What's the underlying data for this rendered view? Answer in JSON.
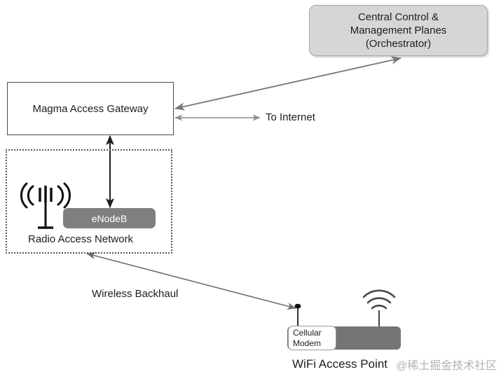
{
  "diagram": {
    "title_nodes": {
      "orchestrator": {
        "name": "orchestrator-box",
        "line1": "Central Control &",
        "line2": "Management Planes",
        "line3": "(Orchestrator)",
        "fill": "#d6d6d6",
        "stroke": "#a6a6a6"
      },
      "magma": {
        "name": "magma-access-gateway-box",
        "label": "Magma Access Gateway",
        "fill": "#ffffff",
        "stroke": "#4a4a4a"
      },
      "ran": {
        "name": "radio-access-network-group",
        "label": "Radio Access Network",
        "stroke": "#555555",
        "border_style": "dotted"
      },
      "enodeb": {
        "name": "enodeb-node",
        "label": "eNodeB",
        "fill": "#7f7f7f",
        "text_color": "#ffffff"
      },
      "access_point": {
        "name": "wifi-access-point",
        "label": "WiFi Access Point",
        "fill": "#757575",
        "modem_line1": "Cellular",
        "modem_line2": "Modem"
      }
    },
    "connections": {
      "gateway_to_orchestrator": {
        "name": "gateway-orchestrator-link",
        "label": "",
        "color": "#777777",
        "arrowheads": "both"
      },
      "to_internet": {
        "name": "to-internet-link",
        "label": "To Internet",
        "color": "#8c8c8c",
        "arrowheads": "both"
      },
      "gateway_to_enodeb": {
        "name": "gateway-enodeb-link",
        "label": "",
        "color": "#1d1d1d",
        "arrowheads": "both"
      },
      "wireless_backhaul": {
        "name": "wireless-backhaul-link",
        "label": "Wireless Backhaul",
        "color": "#6d6d6d",
        "arrowheads": "both"
      }
    },
    "icons": {
      "cell_tower": "cell-tower-icon",
      "wifi_signal": "wifi-signal-icon",
      "cellular_antenna": "cellular-antenna-icon"
    },
    "watermark": "@稀土掘金技术社区"
  }
}
